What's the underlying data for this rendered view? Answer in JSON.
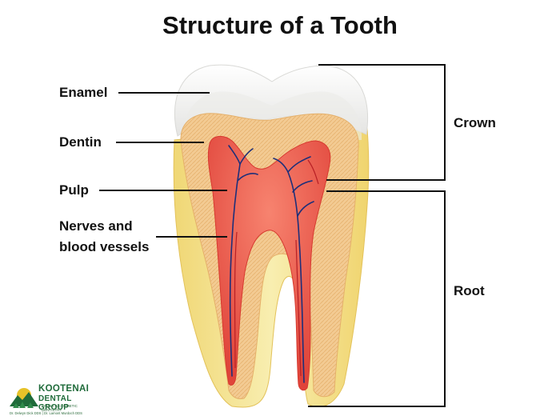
{
  "title": "Structure of a Tooth",
  "labels": {
    "enamel": "Enamel",
    "dentin": "Dentin",
    "pulp": "Pulp",
    "nerves_line1": "Nerves and",
    "nerves_line2": "blood vessels",
    "crown": "Crown",
    "root": "Root"
  },
  "logo": {
    "name_line1": "KOOTENAI",
    "name_line2": "DENTAL GROUP",
    "tagline": "FAMILY & COSMETIC DENTISTRY",
    "doctors": "Dr. Delwyn Dick DDS | Dr. Lamont Murdoch DDS"
  },
  "colors": {
    "enamel": "#f2f2f0",
    "dentin": "#f1c58a",
    "pulp": "#ea5a4a",
    "nerve": "#1d2f7a",
    "root_outer": "#f5e08a",
    "logo_green": "#1f6b3a",
    "logo_yellow": "#e6c229"
  }
}
